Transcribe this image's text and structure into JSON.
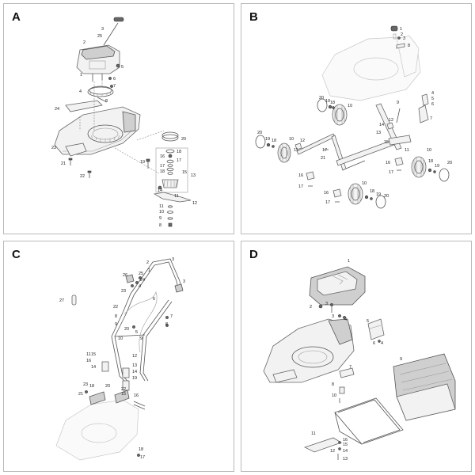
{
  "panels": {
    "A": {
      "label": "A",
      "callouts": [
        "1",
        "2",
        "3",
        "4",
        "5",
        "6",
        "7",
        "8",
        "9",
        "10",
        "11",
        "12",
        "13",
        "14",
        "15",
        "16",
        "17",
        "18",
        "19",
        "20",
        "21",
        "22",
        "23",
        "24",
        "25"
      ]
    },
    "B": {
      "label": "B",
      "callouts": [
        "1",
        "2",
        "3",
        "4",
        "5",
        "6",
        "7",
        "8",
        "9",
        "10",
        "10",
        "10",
        "10",
        "11",
        "11",
        "12",
        "12",
        "13",
        "14",
        "15",
        "16",
        "16",
        "16",
        "17",
        "17",
        "17",
        "17",
        "18",
        "18",
        "18",
        "18",
        "19",
        "19",
        "19",
        "19",
        "20",
        "20",
        "20",
        "20",
        "21"
      ]
    },
    "C": {
      "label": "C",
      "callouts": [
        "1",
        "2",
        "3",
        "3",
        "4",
        "5",
        "6",
        "7",
        "8",
        "9",
        "10",
        "11",
        "12",
        "13",
        "14",
        "15",
        "16",
        "17",
        "18",
        "19",
        "20",
        "21",
        "22",
        "23",
        "24",
        "25",
        "26",
        "27"
      ]
    },
    "D": {
      "label": "D",
      "callouts": [
        "1",
        "2",
        "3",
        "3",
        "4",
        "5",
        "6",
        "7",
        "8",
        "9",
        "10",
        "11",
        "12",
        "13",
        "14",
        "15",
        "16"
      ]
    }
  }
}
